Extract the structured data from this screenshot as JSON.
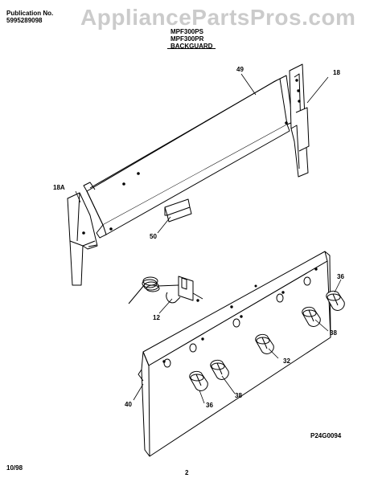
{
  "header": {
    "publication_label": "Publication No.",
    "publication_number": "5995289098",
    "model_line1": "MPF300PS",
    "model_line2": "MPF300PR",
    "section_title": "BACKGUARD"
  },
  "watermark": "AppliancePartsPros.com",
  "callouts": {
    "c49": "49",
    "c18": "18",
    "c18a": "18A",
    "c50": "50",
    "c36_top": "36",
    "c12": "12",
    "c38_right": "38",
    "c32": "32",
    "c38_bottom": "38",
    "c40": "40",
    "c36_bottom": "36"
  },
  "diagram_code": "P24G0094",
  "footer": {
    "date": "10/98",
    "page": "2"
  }
}
